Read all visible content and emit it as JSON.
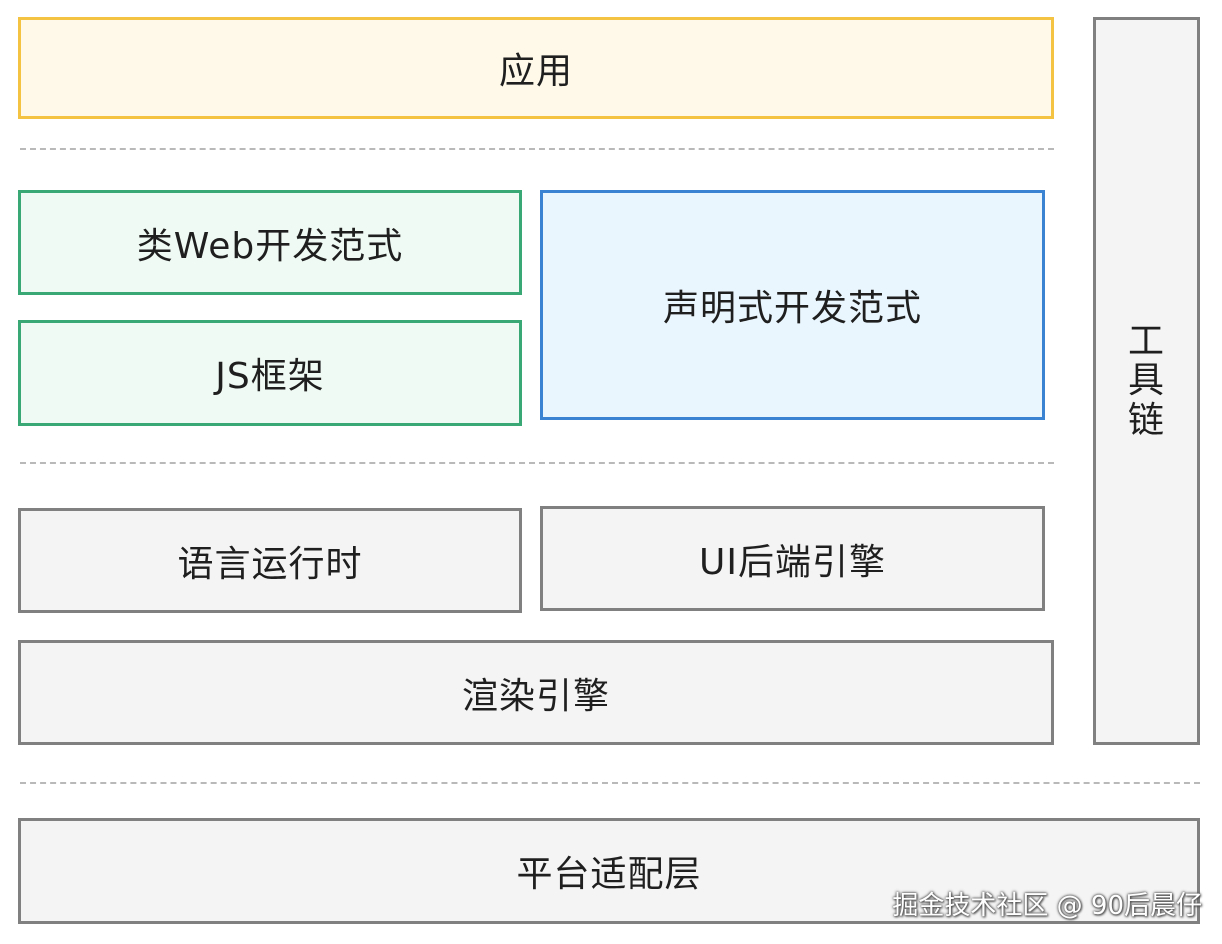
{
  "layers": {
    "app": "应用",
    "web_paradigm": "类Web开发范式",
    "js_framework": "JS框架",
    "declarative_paradigm": "声明式开发范式",
    "language_runtime": "语言运行时",
    "ui_backend_engine": "UI后端引擎",
    "render_engine": "渲染引擎",
    "platform_adaptation": "平台适配层",
    "toolchain": [
      "工",
      "具",
      "链"
    ]
  },
  "watermark": "掘金技术社区 @ 90后晨仔",
  "colors": {
    "app_border": "#f5c342",
    "app_fill": "#fef9e9",
    "green_border": "#3aa874",
    "green_fill": "#f0faf4",
    "blue_border": "#3a83d3",
    "blue_fill": "#eaf6fd",
    "gray_border": "#808080",
    "gray_fill": "#f4f4f4"
  }
}
